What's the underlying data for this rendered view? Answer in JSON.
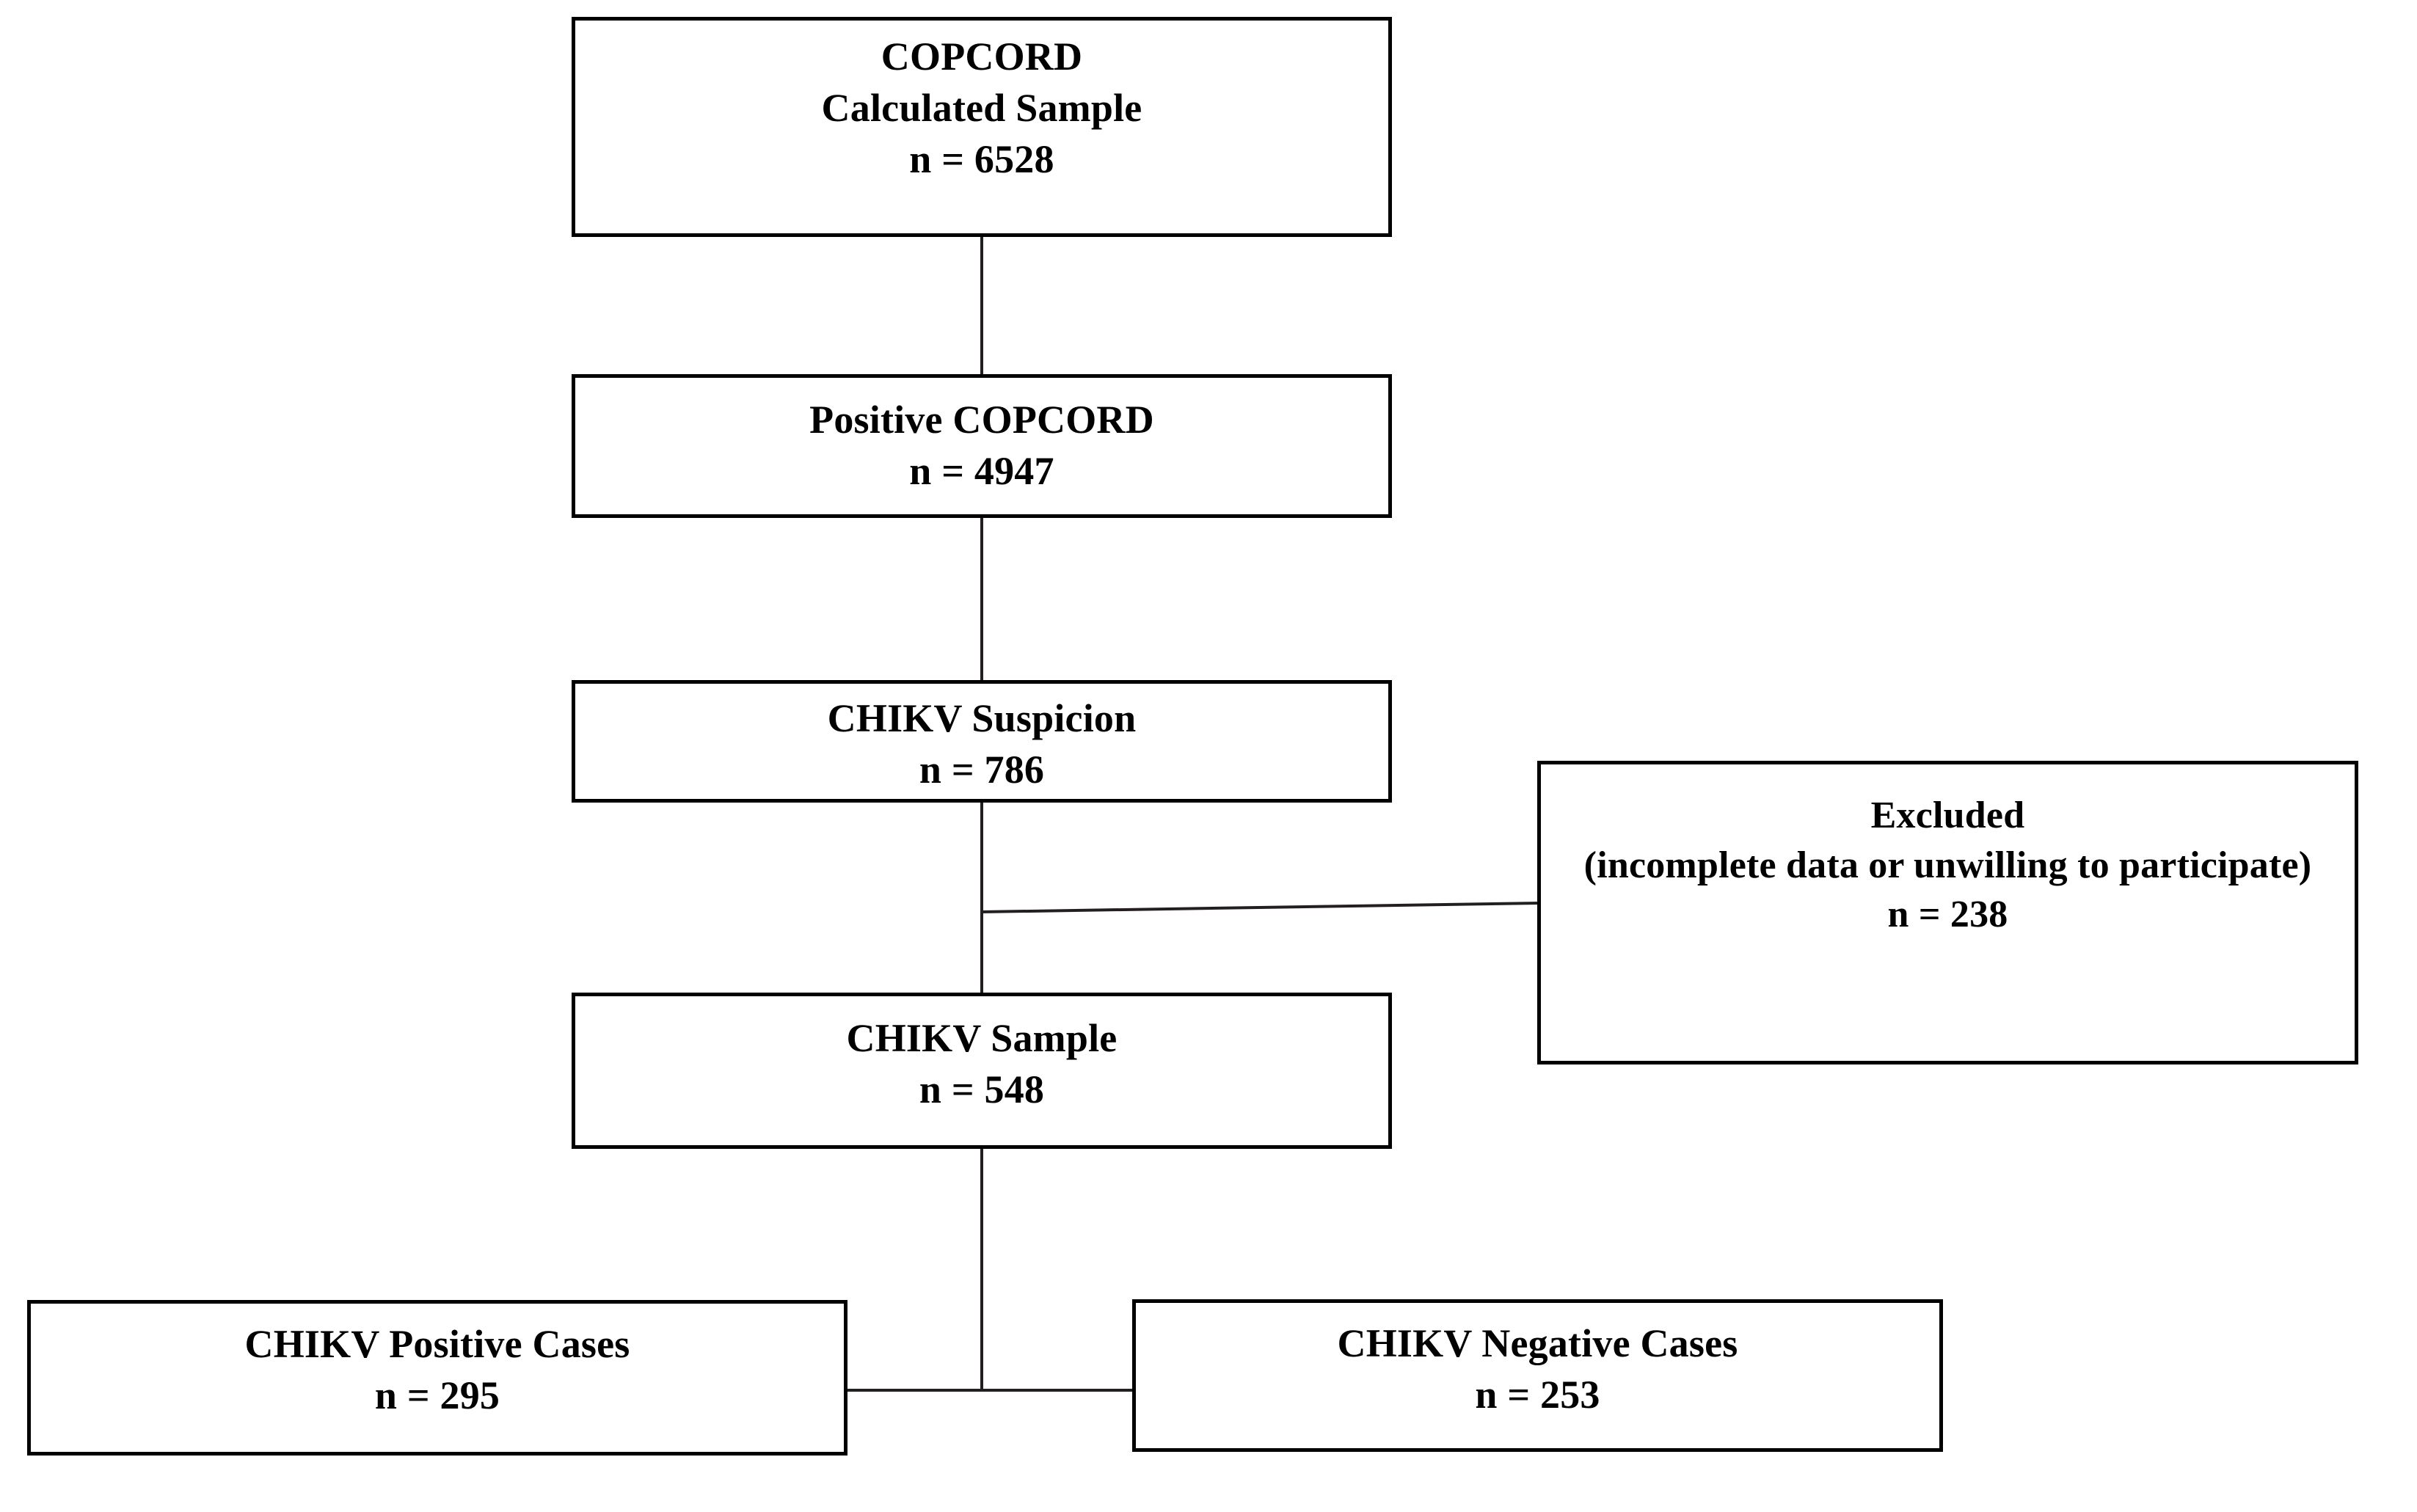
{
  "diagram": {
    "type": "flowchart",
    "title": "CHIKV study participant flow diagram",
    "orientation": "top-to-bottom",
    "colors": {
      "background": "#ffffff",
      "box_border": "#000000",
      "connector": "#231f20",
      "text": "#000000"
    },
    "nodes": [
      {
        "id": "copcord",
        "name": "copcord-calculated-sample",
        "line1": "COPCORD",
        "line2": "Calculated Sample",
        "line3": "n = 6528",
        "count": 6528
      },
      {
        "id": "positive",
        "name": "positive-copcord",
        "line1": "Positive COPCORD",
        "line2": "n = 4947",
        "count": 4947
      },
      {
        "id": "suspicion",
        "name": "chikv-suspicion",
        "line1": "CHIKV Suspicion",
        "line2": "n = 786",
        "count": 786
      },
      {
        "id": "excluded",
        "name": "excluded",
        "line1": "Excluded",
        "line2": "(incomplete data or unwilling to participate)",
        "line3": "n = 238",
        "count": 238
      },
      {
        "id": "sample",
        "name": "chikv-sample",
        "line1": "CHIKV Sample",
        "line2": "n = 548",
        "count": 548
      },
      {
        "id": "positive_cases",
        "name": "chikv-positive-cases",
        "line1": "CHIKV Positive Cases",
        "line2": "n = 295",
        "count": 295
      },
      {
        "id": "negative_cases",
        "name": "chikv-negative-cases",
        "line1": "CHIKV Negative Cases",
        "line2": "n = 253",
        "count": 253
      }
    ],
    "edges": [
      {
        "from": "copcord",
        "to": "positive",
        "style": "vertical"
      },
      {
        "from": "positive",
        "to": "suspicion",
        "style": "vertical"
      },
      {
        "from": "suspicion",
        "to": "sample",
        "style": "vertical"
      },
      {
        "from": "suspicion",
        "to": "excluded",
        "style": "slanted-horizontal"
      },
      {
        "from": "sample",
        "to": "positive_cases",
        "style": "split-horizontal"
      },
      {
        "from": "sample",
        "to": "negative_cases",
        "style": "split-horizontal"
      }
    ]
  }
}
